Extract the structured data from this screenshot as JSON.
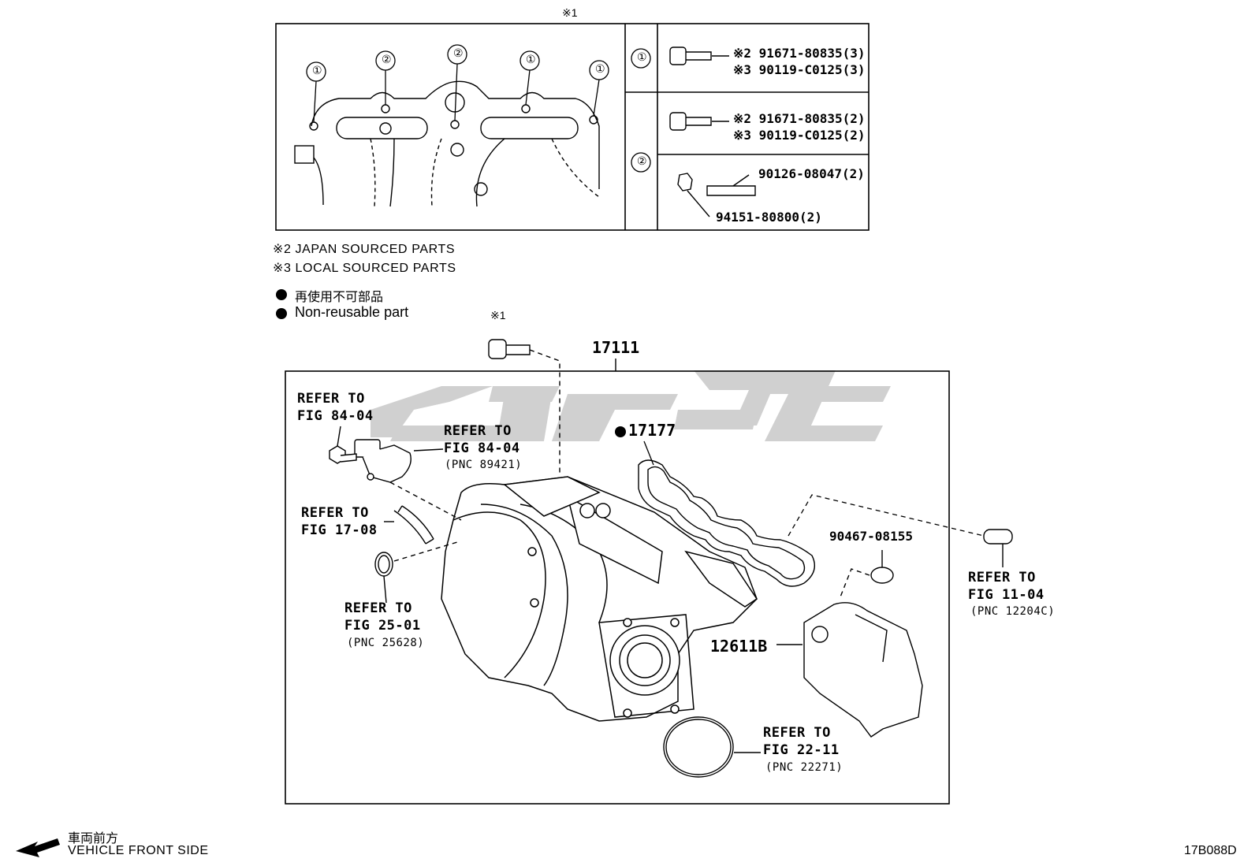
{
  "inset": {
    "ref_mark": "※1",
    "callouts": [
      "①",
      "②",
      "②",
      "①",
      "①"
    ],
    "row1": {
      "key": "①",
      "parts": [
        "※2 91671-80835(3)",
        "※3 90119-C0125(3)"
      ]
    },
    "row2": {
      "key": "②",
      "parts_top": [
        "※2 91671-80835(2)",
        "※3 90119-C0125(2)"
      ],
      "stud": "90126-08047(2)",
      "nut": "94151-80800(2)"
    }
  },
  "notes": {
    "japan": "※2 JAPAN SOURCED PARTS",
    "local": "※3 LOCAL SOURCED PARTS",
    "nonreusable_jp": "再使用不可部品",
    "nonreusable_en": "Non-reusable part"
  },
  "main": {
    "bolt_mark": "※1",
    "assembly": "17111",
    "gasket": "17177",
    "refs": {
      "fig8404_a": [
        "REFER TO",
        "FIG 84-04"
      ],
      "fig8404_b": [
        "REFER TO",
        "FIG 84-04",
        "(PNC 89421)"
      ],
      "fig1708": [
        "REFER TO",
        "FIG 17-08"
      ],
      "fig2501": [
        "REFER TO",
        "FIG 25-01",
        "(PNC 25628)"
      ],
      "fig1104": [
        "REFER TO",
        "FIG 11-04",
        "(PNC 12204C)"
      ],
      "fig2211": [
        "REFER TO",
        "FIG 22-11",
        "(PNC 22271)"
      ]
    },
    "clip": "90467-08155",
    "cover": "12611B"
  },
  "footer": {
    "direction_jp": "車両前方",
    "direction_en": "VEHICLE FRONT SIDE",
    "fig_code": "17B088D"
  },
  "colors": {
    "line": "#000000",
    "watermark": "#c8c8c8"
  }
}
